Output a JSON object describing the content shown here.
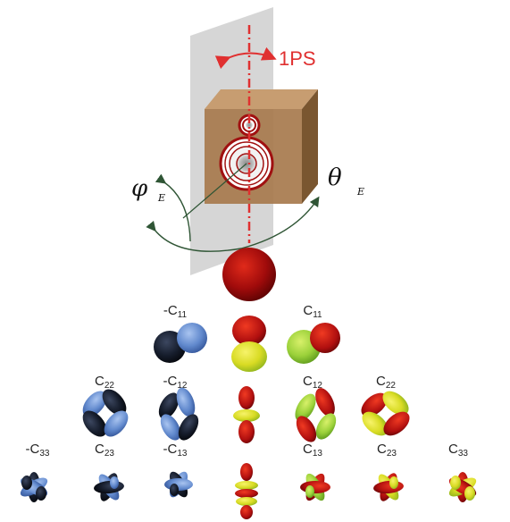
{
  "rotation_label": "1PS",
  "angles": {
    "phi": {
      "symbol": "φ",
      "subscript": "E"
    },
    "theta": {
      "symbol": "θ",
      "subscript": "E"
    }
  },
  "colors": {
    "plane": "#9e9e9e",
    "box_front": "#a7794d",
    "box_top": "#c79d71",
    "box_side": "#7a5630",
    "axis": "#e03030",
    "arrow": "#2f5535",
    "speaker_ring": "#a01010",
    "negative_dark": "#141a26",
    "negative_blue": "#5f86c8",
    "positive_red": "#c01010",
    "positive_yellow": "#e3e62a",
    "positive_green": "#9bd13a"
  },
  "rows": [
    {
      "labels": []
    },
    {
      "labels": [
        {
          "base": "-C",
          "sub": "11"
        },
        {
          "base": "C",
          "sub": "11"
        }
      ]
    },
    {
      "labels": [
        {
          "base": "C",
          "sub": "22"
        },
        {
          "base": "-C",
          "sub": "12"
        },
        {
          "base": "C",
          "sub": "12"
        },
        {
          "base": "C",
          "sub": "22"
        }
      ]
    },
    {
      "labels": [
        {
          "base": "-C",
          "sub": "33"
        },
        {
          "base": "C",
          "sub": "23"
        },
        {
          "base": "-C",
          "sub": "13"
        },
        {
          "base": "C",
          "sub": "13"
        },
        {
          "base": "C",
          "sub": "23"
        },
        {
          "base": "C",
          "sub": "33"
        }
      ]
    }
  ]
}
